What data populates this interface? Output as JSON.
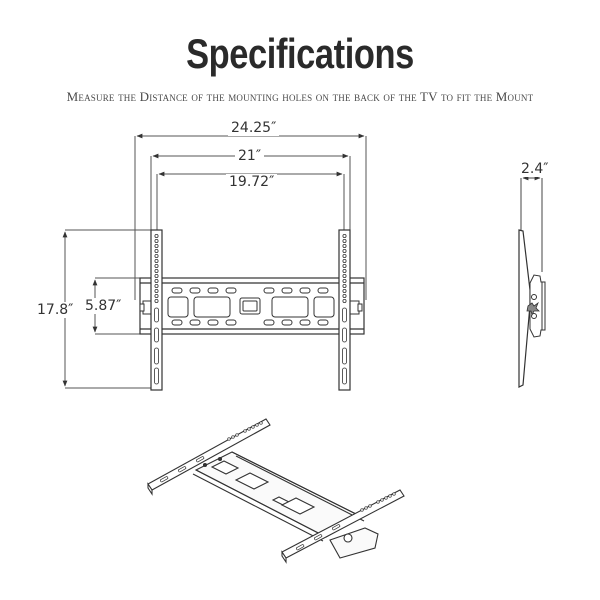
{
  "header": {
    "title": "Specifications",
    "subtitle": "Measure the Distance of the mounting holes on the back of the TV to fit the Mount"
  },
  "front_view": {
    "dimensions": {
      "overall_width": "24.25″",
      "max_vesa_width": "21″",
      "inner_width": "19.72″",
      "rail_height": "17.8″",
      "plate_height": "5.87″"
    }
  },
  "side_view": {
    "dimensions": {
      "depth": "2.4″"
    }
  },
  "perspective_view": {
    "caption": ""
  },
  "colors": {
    "line": "#3a3a3a",
    "dimension_line": "#555555",
    "text": "#333333",
    "background": "#ffffff"
  }
}
